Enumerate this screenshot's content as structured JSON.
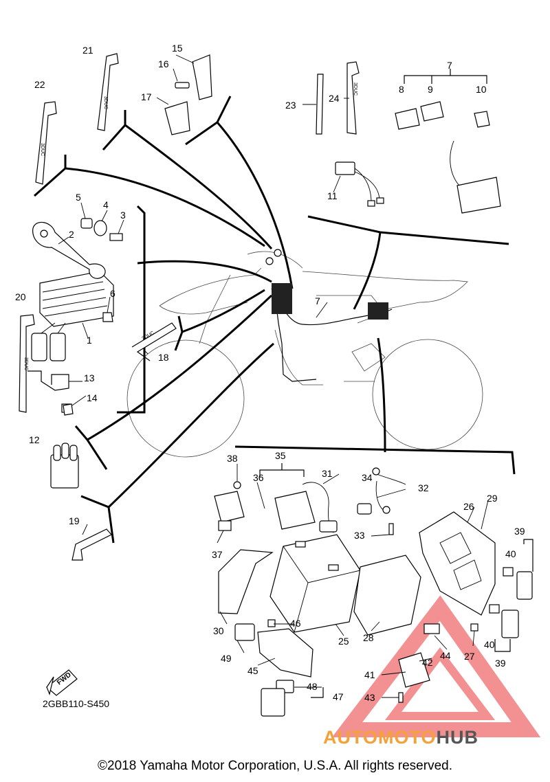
{
  "diagram": {
    "callouts": [
      "1",
      "2",
      "3",
      "4",
      "5",
      "6",
      "7",
      "8",
      "9",
      "10",
      "11",
      "12",
      "13",
      "14",
      "15",
      "16",
      "17",
      "18",
      "19",
      "20",
      "21",
      "22",
      "23",
      "24",
      "25",
      "26",
      "27",
      "28",
      "29",
      "30",
      "31",
      "32",
      "33",
      "34",
      "35",
      "36",
      "37",
      "38",
      "39",
      "40",
      "41",
      "42",
      "43",
      "44",
      "45",
      "46",
      "47",
      "48",
      "49"
    ],
    "tie_print": "3DUC",
    "fwd_label": "FWD",
    "code": "2GBB110-S450"
  },
  "footer": {
    "copyright": "©2018 Yamaha Motor Corporation, U.S.A. All rights reserved."
  },
  "watermark": {
    "part1": "AUTOMOTO",
    "part2": "HUB",
    "colors": {
      "orange": "#f4a13a",
      "gray": "#555555",
      "red": "#e8363a"
    }
  }
}
